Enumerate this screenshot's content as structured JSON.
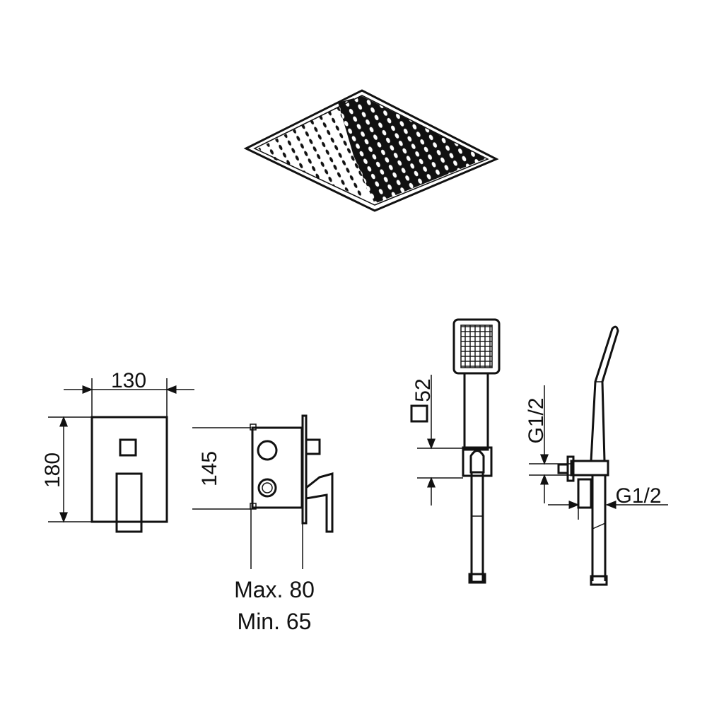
{
  "dimensions": {
    "plate_width": "130",
    "plate_height": "180",
    "box_height": "145",
    "depth_max": "Max. 80",
    "depth_min": "Min. 65",
    "handshower_square": "52",
    "outlet_thread_vertical": "G1/2",
    "outlet_thread_horizontal": "G1/2"
  },
  "colors": {
    "line": "#111111",
    "background": "#ffffff"
  }
}
